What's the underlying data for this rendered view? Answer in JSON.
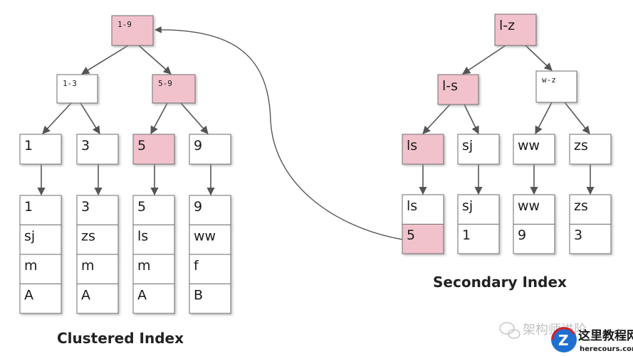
{
  "colors": {
    "highlight": "#f2c2cc",
    "normal": "#ffffff",
    "border": "#6e6e6e",
    "edge": "#555555",
    "logo_blue": "#1e6fd0",
    "logo_red": "#e02020"
  },
  "clustered": {
    "title": "Clustered Index",
    "root": {
      "label": "1-9",
      "highlighted": true
    },
    "internal": [
      {
        "label": "1-3",
        "highlighted": false
      },
      {
        "label": "5-9",
        "highlighted": true
      }
    ],
    "keys": [
      {
        "label": "1",
        "highlighted": false
      },
      {
        "label": "3",
        "highlighted": false
      },
      {
        "label": "5",
        "highlighted": true
      },
      {
        "label": "9",
        "highlighted": false
      }
    ],
    "rows": [
      {
        "cells": [
          "1",
          "sj",
          "m",
          "A"
        ]
      },
      {
        "cells": [
          "3",
          "zs",
          "m",
          "A"
        ]
      },
      {
        "cells": [
          "5",
          "ls",
          "m",
          "A"
        ]
      },
      {
        "cells": [
          "9",
          "ww",
          "f",
          "B"
        ]
      }
    ]
  },
  "secondary": {
    "title": "Secondary Index",
    "root": {
      "label": "l-z",
      "highlighted": true
    },
    "internal": [
      {
        "label": "l-s",
        "highlighted": true
      },
      {
        "label": "w-z",
        "highlighted": false
      }
    ],
    "keys": [
      {
        "label": "ls",
        "highlighted": true
      },
      {
        "label": "sj",
        "highlighted": false
      },
      {
        "label": "ww",
        "highlighted": false
      },
      {
        "label": "zs",
        "highlighted": false
      }
    ],
    "leaves": [
      {
        "key": "ls",
        "pk": "5",
        "pk_highlighted": true
      },
      {
        "key": "sj",
        "pk": "1",
        "pk_highlighted": false
      },
      {
        "key": "ww",
        "pk": "9",
        "pk_highlighted": false
      },
      {
        "key": "zs",
        "pk": "3",
        "pk_highlighted": false
      }
    ]
  },
  "lookup_edge": {
    "from": "secondary leaf pk 5",
    "to": "clustered root 1-9"
  },
  "watermark": {
    "text": "架构师进阶",
    "logo_cn": "这里教程网",
    "logo_url": "herecours.com",
    "logo_letter": "Z"
  }
}
